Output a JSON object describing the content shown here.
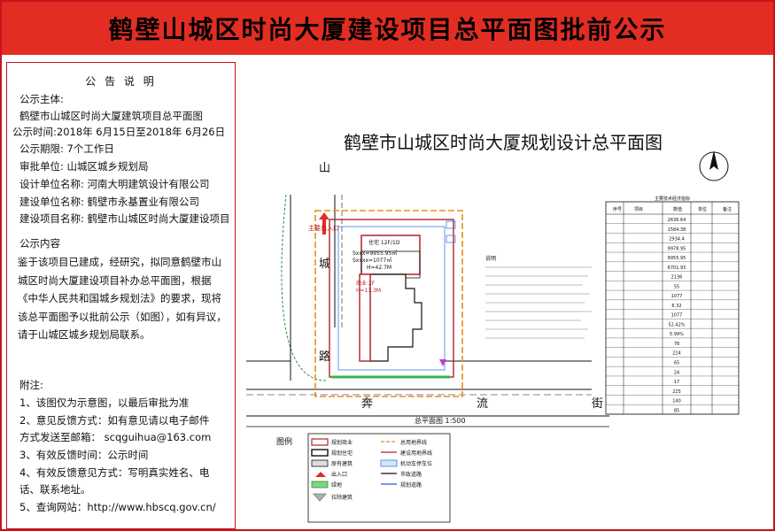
{
  "page_title": "鹤壁山城区时尚大厦建设项目总平面图批前公示",
  "notice": {
    "header": "公 告 说 明",
    "subject_label": "公示主体:",
    "subject": "鹤壁市山城区时尚大厦建筑项目总平面图",
    "period": "公示时间:2018年 6月15日至2018年 6月26日",
    "duration": "公示期限:   7个工作日",
    "reviewer": "审批单位:  山城区城乡规划局",
    "designer": "设计单位名称:  河南大明建筑设计有限公司",
    "builder": "建设单位名称:  鹤壁市永基置业有限公司",
    "project": "建设项目名称:  鹤壁市山城区时尚大厦建设项目",
    "content_label": "公示内容",
    "content": "鉴于该项目已建成，经研究，拟同意鹤壁市山城区时尚大厦建设项目补办总平面图，根据《中华人民共和国城乡规划法》的要求，现将该总平面图予以批前公示（如图），如有异议，请于山城区城乡规划局联系。",
    "notes_label": "附注:",
    "notes": [
      "1、该图仅为示意图，以最后审批为准",
      "2、意见反馈方式：如有意见请以电子邮件",
      "方式发送至邮箱： scqguihua@163.com",
      "3、有效反馈时间：公示时间",
      "4、有效反馈意见方式：写明真实姓名、电",
      "话、联系地址。",
      "5、查询网站：http://www.hbscq.gov.cn/"
    ]
  },
  "plan": {
    "title": "鹤壁市山城区时尚大厦规划设计总平面图",
    "road_west": [
      "山",
      "城",
      "路"
    ],
    "road_south": [
      "奔",
      "流",
      "街"
    ],
    "entrance": "主要出入口",
    "scale": "总平面图  1:500",
    "legend_label": "图例",
    "legend": [
      "规划商业",
      "总用地界线",
      "规划住宅",
      "建设用地界线",
      "原有建筑",
      "机动车停车位",
      "出入口",
      "市政道路",
      "绿地",
      "规划道路",
      "拉除建筑"
    ],
    "bldg_labels": [
      "住宅 12F/1D",
      "Sxxx=9955.95㎡",
      "Sxxxx=1077㎡",
      "H=42.7M"
    ],
    "podium_label": "商业 2F",
    "podium_h": "H=11.3M",
    "note_title": "说明",
    "table_title": "主要技术经济指标",
    "table_head": [
      "序号",
      "项目",
      "数值",
      "单位",
      "备注"
    ],
    "table_values": [
      "2636.64",
      "1584.38",
      "2934.4",
      "9978.95",
      "9955.95",
      "6701.93",
      "2136",
      "55",
      "1077",
      "6.32",
      "1077",
      "52.42%",
      "5.99%",
      "78",
      "224",
      "65",
      "24",
      "17",
      "225",
      "140",
      "85"
    ]
  }
}
